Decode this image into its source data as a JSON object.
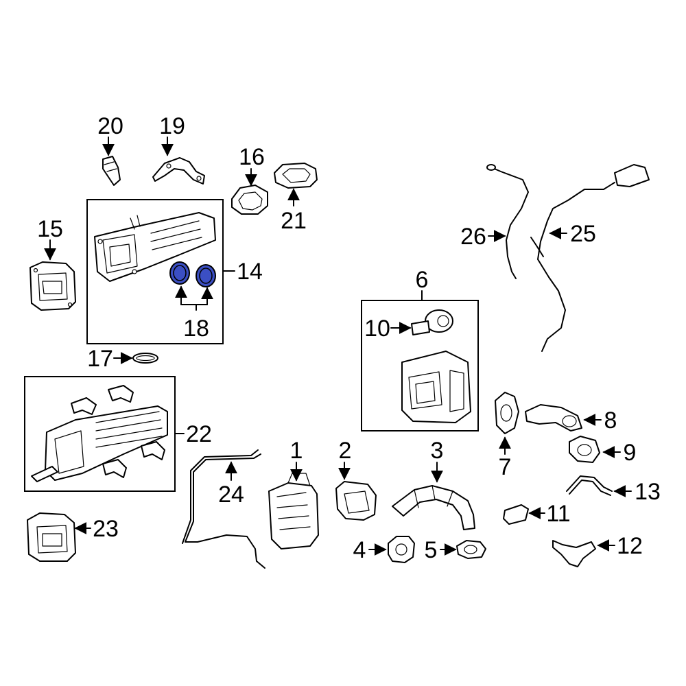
{
  "diagram": {
    "highlight_color": "#3b4fc4",
    "highlight_stroke": "#000000",
    "line_color": "#000000",
    "background": "#ffffff",
    "callouts": {
      "c1": "1",
      "c2": "2",
      "c3": "3",
      "c4": "4",
      "c5": "5",
      "c6": "6",
      "c7": "7",
      "c8": "8",
      "c9": "9",
      "c10": "10",
      "c11": "11",
      "c12": "12",
      "c13": "13",
      "c14": "14",
      "c15": "15",
      "c16": "16",
      "c17": "17",
      "c18": "18",
      "c19": "19",
      "c20": "20",
      "c21": "21",
      "c22": "22",
      "c23": "23",
      "c24": "24",
      "c25": "25",
      "c26": "26"
    },
    "highlighted_parts": [
      "18"
    ]
  }
}
